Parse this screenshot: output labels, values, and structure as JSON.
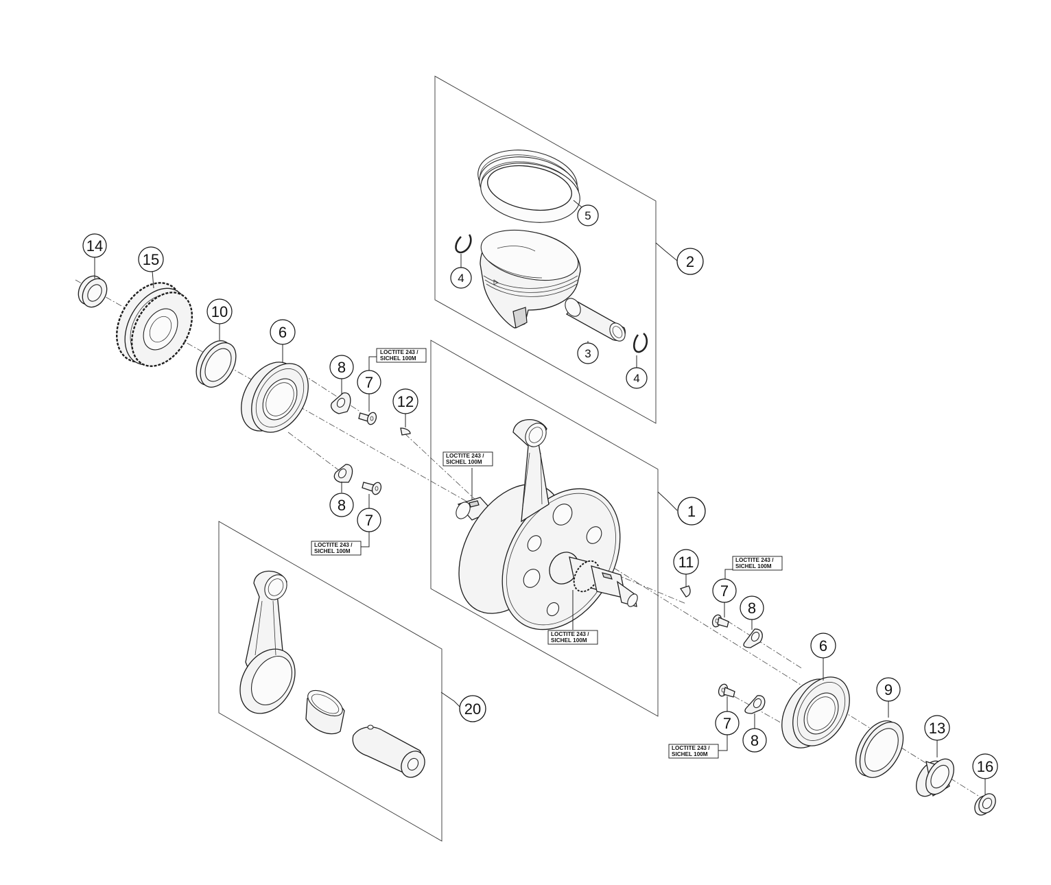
{
  "callouts": [
    {
      "id": "c1",
      "label": "1"
    },
    {
      "id": "c2",
      "label": "2"
    },
    {
      "id": "c3",
      "label": "3"
    },
    {
      "id": "c4a",
      "label": "4"
    },
    {
      "id": "c4b",
      "label": "4"
    },
    {
      "id": "c5",
      "label": "5"
    },
    {
      "id": "c6a",
      "label": "6"
    },
    {
      "id": "c6b",
      "label": "6"
    },
    {
      "id": "c7a",
      "label": "7"
    },
    {
      "id": "c7b",
      "label": "7"
    },
    {
      "id": "c7c",
      "label": "7"
    },
    {
      "id": "c7d",
      "label": "7"
    },
    {
      "id": "c8a",
      "label": "8"
    },
    {
      "id": "c8b",
      "label": "8"
    },
    {
      "id": "c8c",
      "label": "8"
    },
    {
      "id": "c8d",
      "label": "8"
    },
    {
      "id": "c9",
      "label": "9"
    },
    {
      "id": "c10",
      "label": "10"
    },
    {
      "id": "c11",
      "label": "11"
    },
    {
      "id": "c12",
      "label": "12"
    },
    {
      "id": "c13",
      "label": "13"
    },
    {
      "id": "c14",
      "label": "14"
    },
    {
      "id": "c15",
      "label": "15"
    },
    {
      "id": "c16",
      "label": "16"
    },
    {
      "id": "c20",
      "label": "20"
    }
  ],
  "notes": [
    {
      "id": "n1",
      "line1": "LOCTITE 243 /",
      "line2": "SICHEL 100M"
    },
    {
      "id": "n2",
      "line1": "LOCTITE 243 /",
      "line2": "SICHEL 100M"
    },
    {
      "id": "n3",
      "line1": "LOCTITE 243 /",
      "line2": "SICHEL 100M"
    },
    {
      "id": "n4",
      "line1": "LOCTITE 243 /",
      "line2": "SICHEL 100M"
    },
    {
      "id": "n5",
      "line1": "LOCTITE 243 /",
      "line2": "SICHEL 100M"
    },
    {
      "id": "n6",
      "line1": "LOCTITE 243 /",
      "line2": "SICHEL 100M"
    }
  ]
}
